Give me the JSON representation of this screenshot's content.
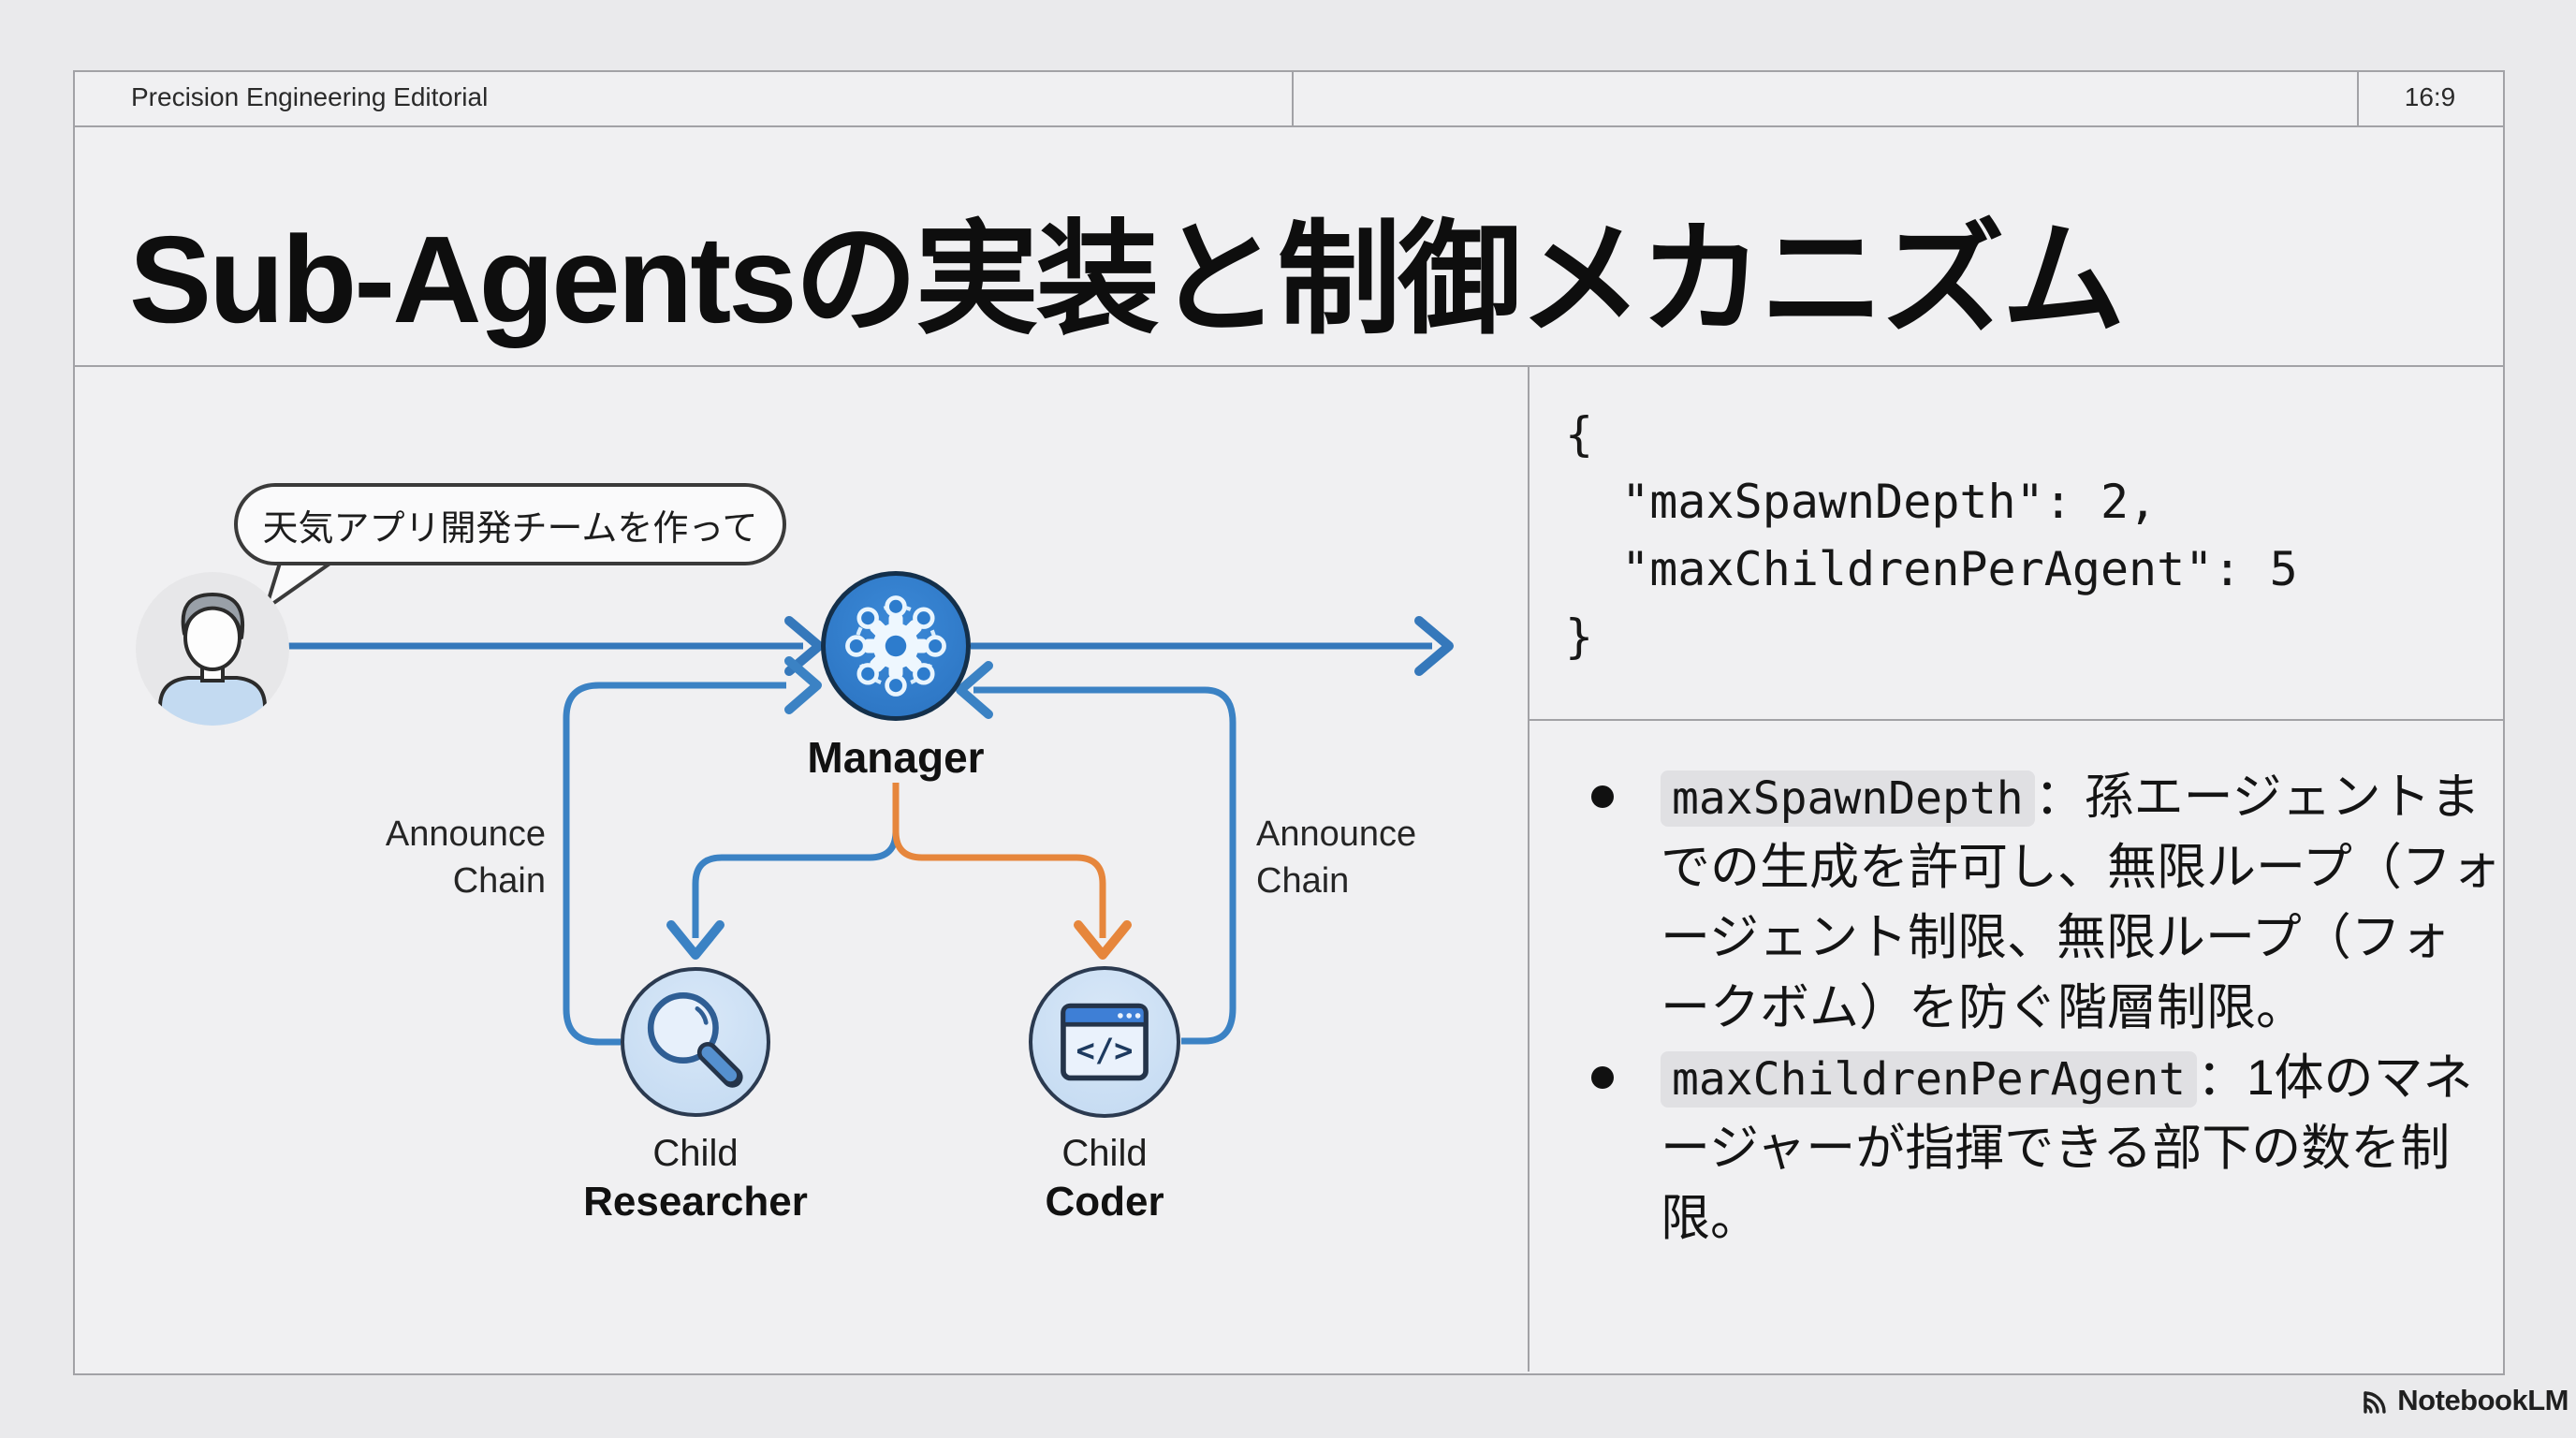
{
  "header": {
    "left": "Precision Engineering Editorial",
    "aspect_ratio": "16:9"
  },
  "title": "Sub-Agentsの実装と制御メカニズム",
  "diagram": {
    "speech_bubble": "天気アプリ開発チームを作って",
    "manager": {
      "label": "Manager"
    },
    "researcher": {
      "line1": "Child",
      "line2": "Researcher"
    },
    "coder": {
      "line1": "Child",
      "line2": "Coder",
      "icon_glyph": "</>"
    },
    "announce_left": {
      "line1": "Announce",
      "line2": "Chain"
    },
    "announce_right": {
      "line1": "Announce",
      "line2": "Chain"
    },
    "colors": {
      "arrow_blue": "#3578bb",
      "arrow_orange": "#e6863c",
      "manager_fill": "#2d7ccd",
      "child_fill": "#cbdef4"
    }
  },
  "code_panel": {
    "code": "{\n  \"maxSpawnDepth\": 2,\n  \"maxChildrenPerAgent\": 5\n}"
  },
  "bullets": [
    {
      "key": "maxSpawnDepth",
      "line1_rest": "：孫エージェントま",
      "line2": "での生成を許可し、無限ループ（フォ",
      "line3": "ージェント制限、無限ループ（フォ",
      "line4": "ークボム）を防ぐ階層制限。"
    },
    {
      "key": "maxChildrenPerAgent",
      "line1_rest": "：1体のマネ",
      "line2": "ージャーが指揮できる部下の数を制",
      "line3": "限。"
    }
  ],
  "footer": {
    "brand": "NotebookLM"
  }
}
